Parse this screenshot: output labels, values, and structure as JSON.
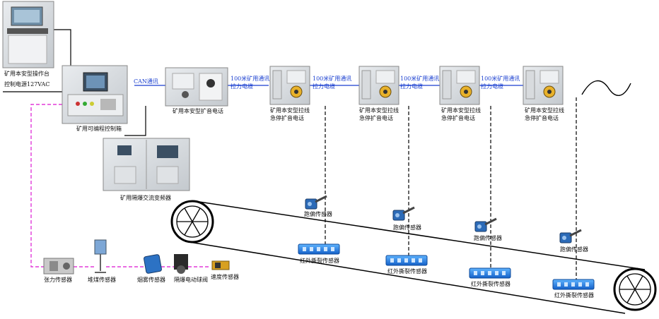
{
  "console": {
    "label": "矿用本安型操作台",
    "power": "控制电源127VAC"
  },
  "plc": {
    "label": "矿用可编程控制箱"
  },
  "inverter": {
    "label": "矿用隔爆交流变频器"
  },
  "can_label": "CAN通讯",
  "amp_phone": {
    "label": "矿用本安型扩音电话"
  },
  "cable_label": [
    "100米矿用通讯",
    "拉力电缆"
  ],
  "pull_phones": [
    {
      "line1": "矿用本安型拉线",
      "line2": "急停扩音电话"
    },
    {
      "line1": "矿用本安型拉线",
      "line2": "急停扩音电话"
    },
    {
      "line1": "矿用本安型拉线",
      "line2": "急停扩音电话"
    },
    {
      "line1": "矿用本安型拉线",
      "line2": "急停扩音电话"
    }
  ],
  "deviation_sensor": "跑偏传感器",
  "tear_sensor": "红外撕裂传感器",
  "bottom_sensors": {
    "tension": "张力传感器",
    "coal": "堆煤传感器",
    "smoke": "烟雾传感器",
    "valve": "隔爆电动球阀",
    "speed": "速度传感器"
  },
  "colors": {
    "can_line": "#1a3fd0",
    "sensor_bus": "#e23ad9",
    "tear_sensor": "#1f7ee0"
  }
}
